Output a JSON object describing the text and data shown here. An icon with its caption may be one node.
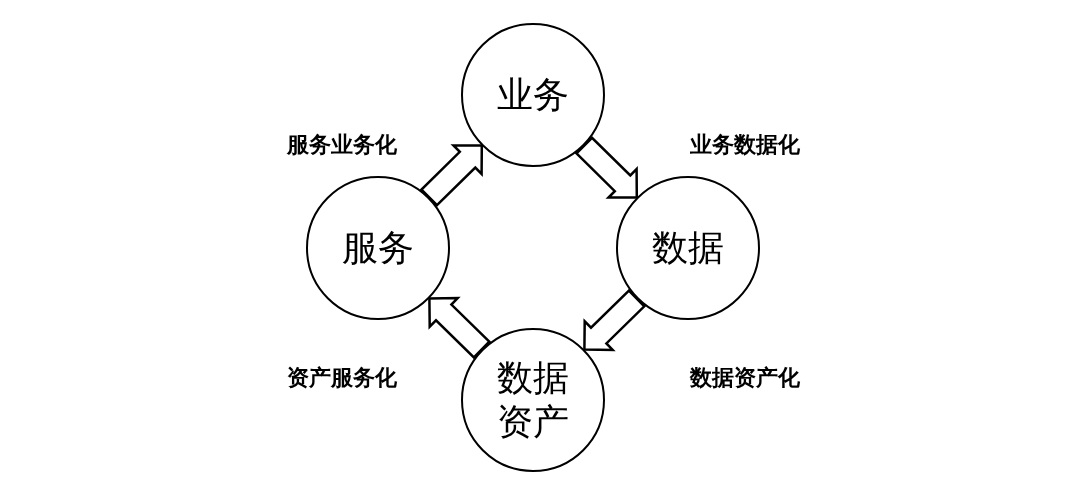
{
  "diagram": {
    "nodes": [
      {
        "text": [
          "业务"
        ]
      },
      {
        "text": [
          "数据"
        ]
      },
      {
        "text": [
          "数据资产"
        ]
      },
      {
        "text": [
          "服务"
        ]
      }
    ],
    "edges": [
      {
        "from": 0,
        "to": 1,
        "arrow": "to",
        "label": "业务数据化"
      },
      {
        "from": 1,
        "to": 2,
        "arrow": "to",
        "label": "数据资产化"
      },
      {
        "from": 2,
        "to": 3,
        "arrow": "to",
        "label": "资产服务化"
      },
      {
        "from": 3,
        "to": 0,
        "arrow": "to",
        "label": "服务业务化"
      }
    ]
  }
}
